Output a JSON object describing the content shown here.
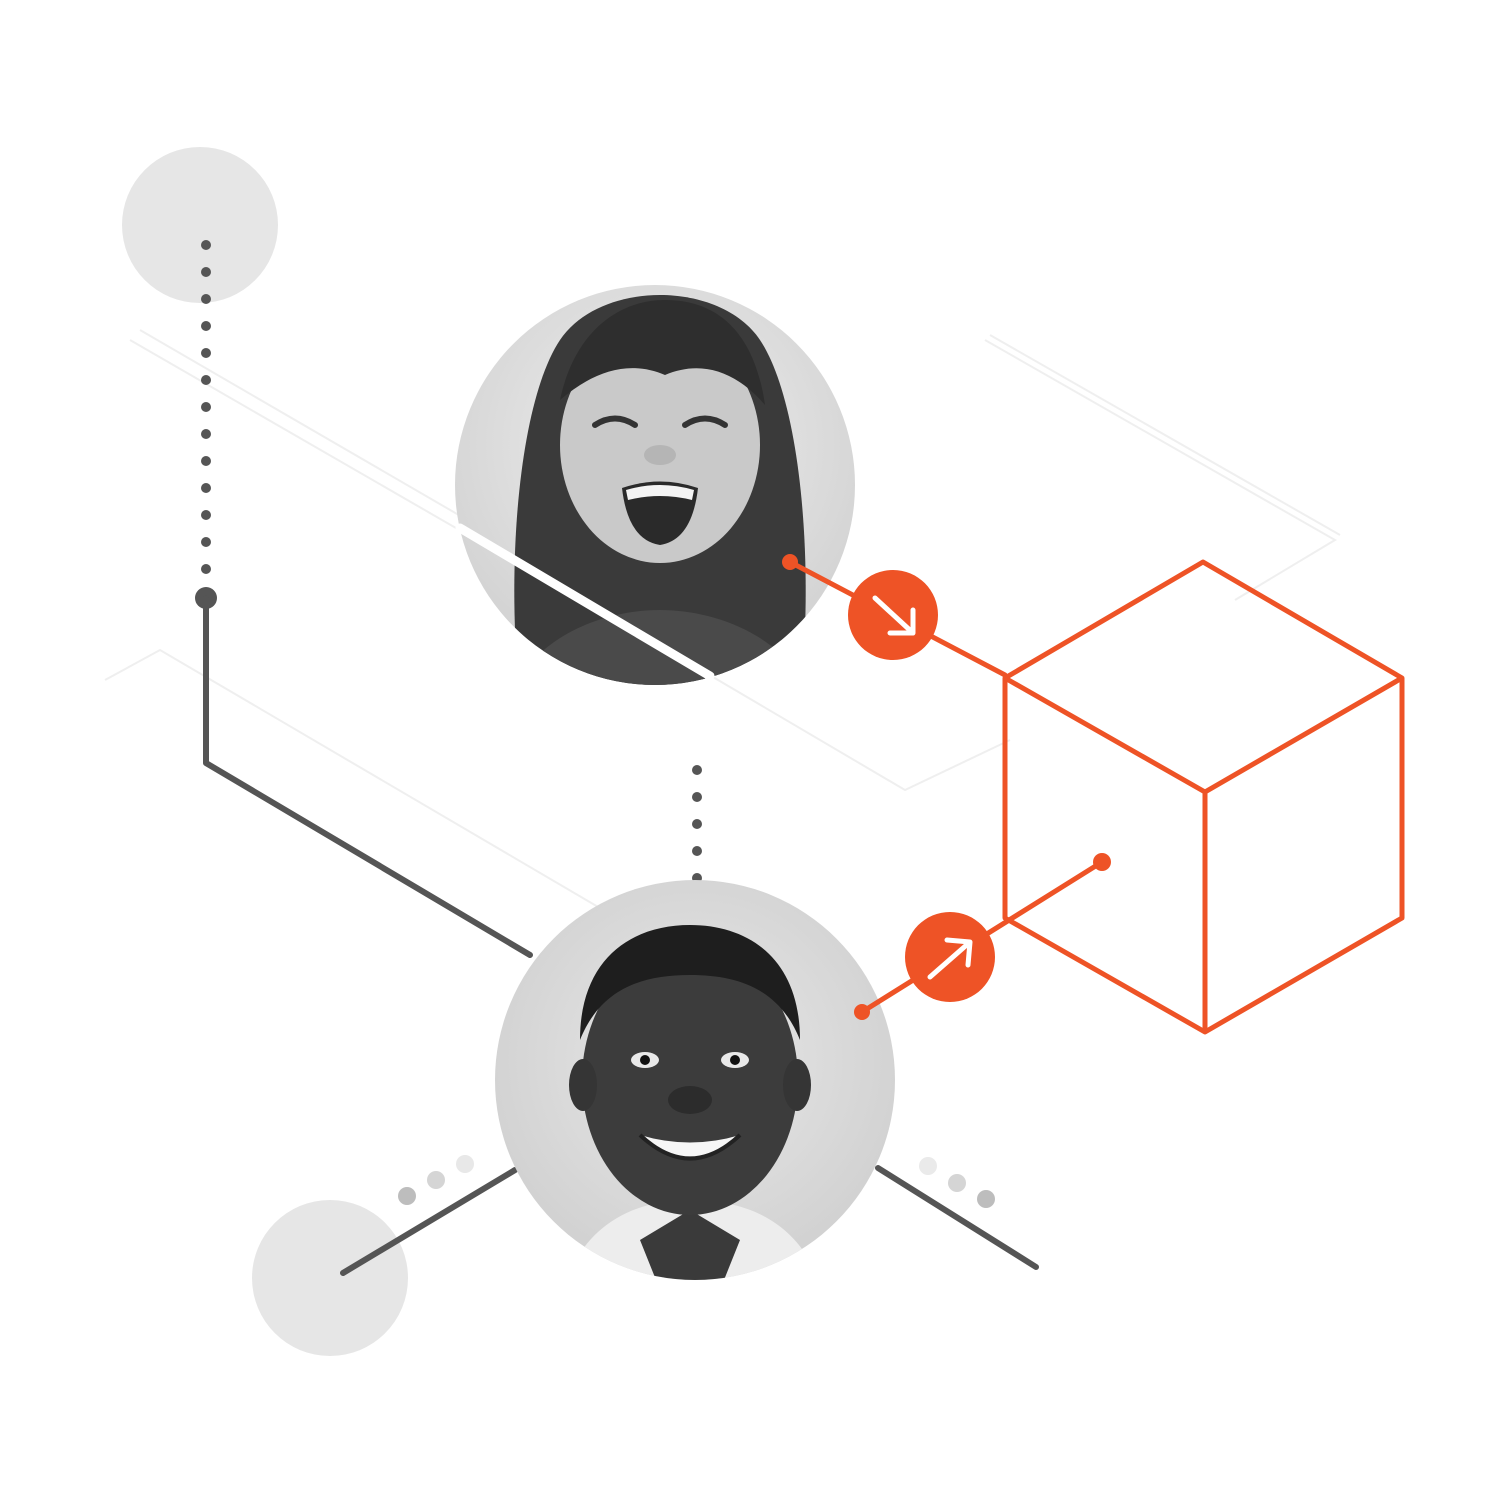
{
  "colors": {
    "background": "#ffffff",
    "accent": "#EE5326",
    "line": "#555555",
    "soft_circle": "#E6E6E6",
    "photo_bg": "#DCDCDC",
    "faint_grid": "#EFEFEF"
  },
  "nodes": [
    {
      "name": "placeholder-circle-top-left",
      "icon": "circle"
    },
    {
      "name": "avatar-girl-laughing",
      "icon": "person-photo"
    },
    {
      "name": "avatar-man-smiling",
      "icon": "person-photo"
    },
    {
      "name": "placeholder-circle-bottom-left",
      "icon": "circle"
    }
  ],
  "flow": {
    "target_icon": "cube-outline-icon",
    "arrow_icon": "arrow-down-right-icon"
  }
}
